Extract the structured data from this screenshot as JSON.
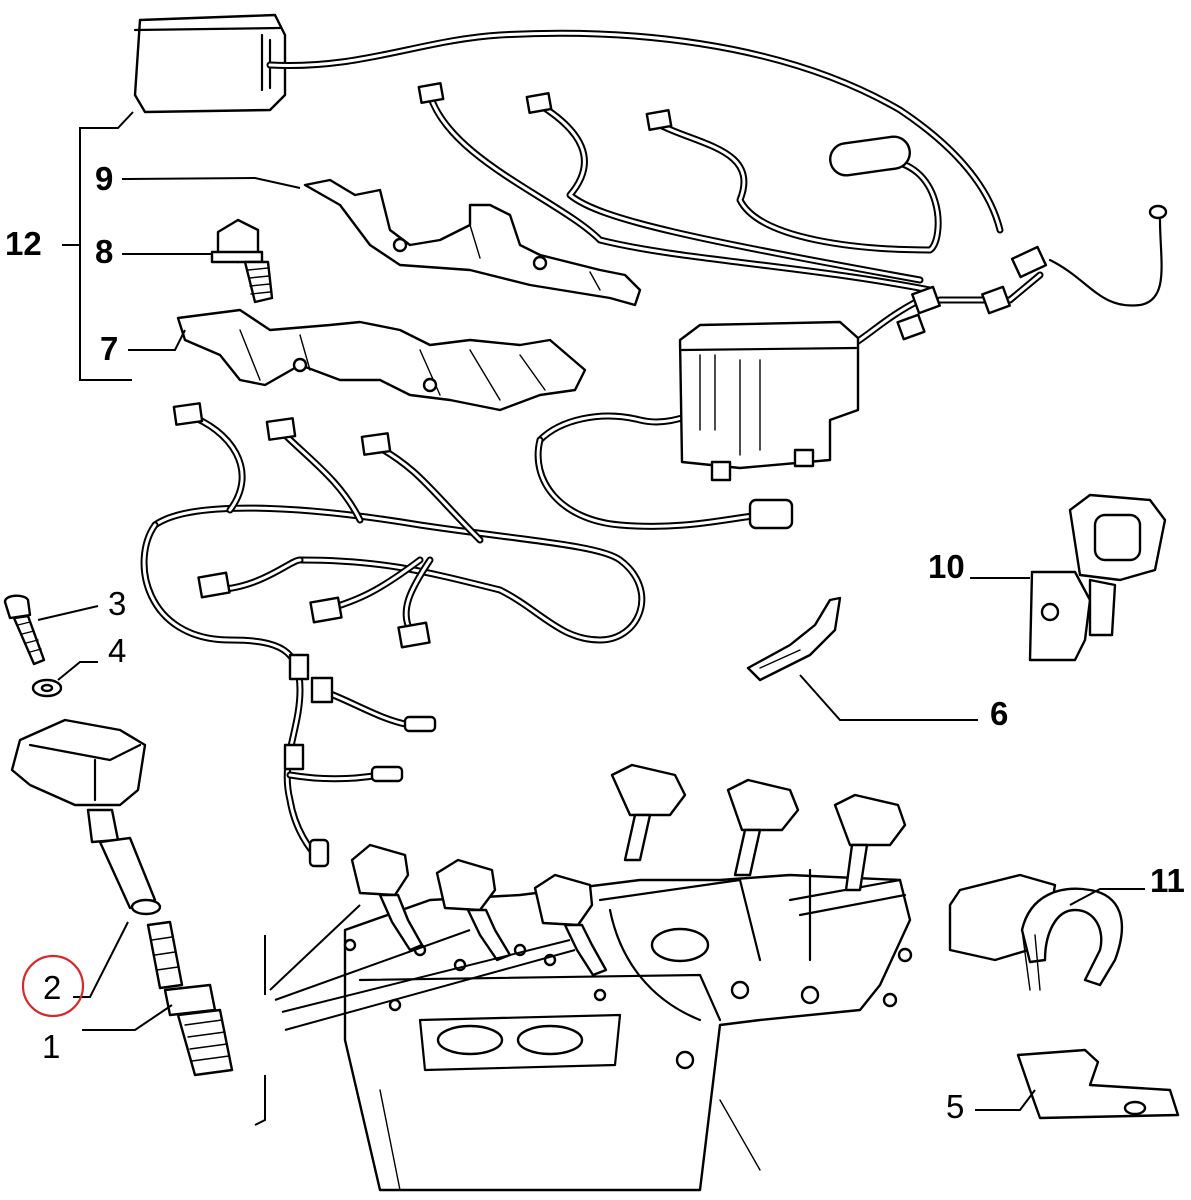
{
  "callouts": {
    "c1": "1",
    "c2": "2",
    "c3": "3",
    "c4": "4",
    "c5": "5",
    "c6": "6",
    "c7": "7",
    "c8": "8",
    "c9": "9",
    "c10": "10",
    "c11": "11",
    "c12": "12"
  },
  "highlight": {
    "callout": "2",
    "color": "#d62a2a"
  },
  "colors": {
    "line": "#000000",
    "background": "#ffffff"
  }
}
